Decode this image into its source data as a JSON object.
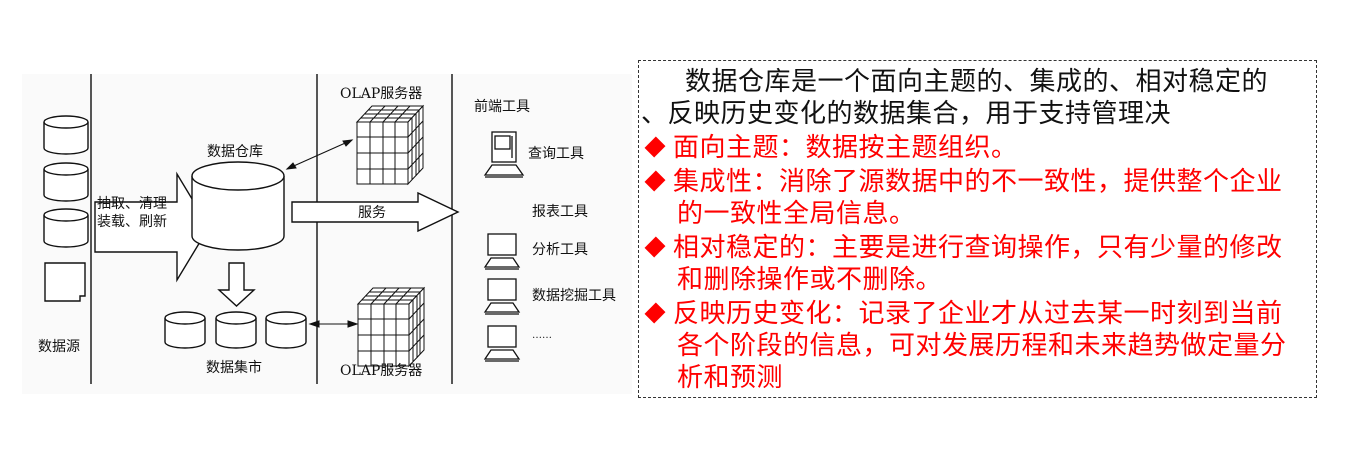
{
  "diagram": {
    "sources_label": "数据源",
    "etl_label_line1": "抽取、清理",
    "etl_label_line2": "装载、刷新",
    "warehouse_label": "数据仓库",
    "datamart_label": "数据集市",
    "olap_top_label": "OLAP服务器",
    "olap_bottom_label": "OLAP服务器",
    "service_label": "服务",
    "frontend_title": "前端工具",
    "tools": [
      "查询工具",
      "报表工具",
      "分析工具",
      "数据挖掘工具",
      "……"
    ]
  },
  "definition_box": {
    "intro_line1": "数据仓库是一个面向主题的、集成的、相对稳定的",
    "intro_line2": "、反映历史变化的数据集合，用于支持管理决",
    "bullets": [
      {
        "lines": [
          "面向主题：数据按主题组织。"
        ]
      },
      {
        "lines": [
          "集成性：消除了源数据中的不一致性，提供整个企业",
          "的一致性全局信息。"
        ]
      },
      {
        "lines": [
          "相对稳定的：主要是进行查询操作，只有少量的修改",
          "和删除操作或不删除。"
        ]
      },
      {
        "lines": [
          "反映历史变化：记录了企业才从过去某一时刻到当前",
          "各个阶段的信息，可对发展历程和未来趋势做定量分",
          "析和预测"
        ]
      }
    ],
    "text_color": "#111111",
    "bullet_color": "#ff0000"
  }
}
